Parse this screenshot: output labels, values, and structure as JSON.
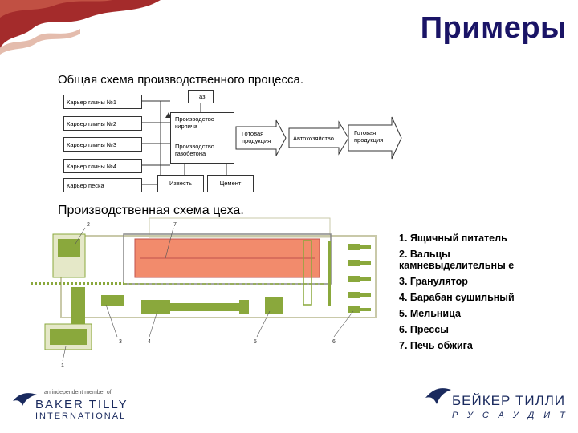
{
  "title": "Примеры",
  "subtitle_general": "Общая схема производственного процесса.",
  "subtitle_shop": "Производственная схема цеха.",
  "flow": {
    "quarry1": "Карьер глины №1",
    "quarry2": "Карьер глины №2",
    "quarry3": "Карьер глины №3",
    "quarry4": "Карьер глины №4",
    "sand": "Карьер песка",
    "gas": "Газ",
    "brick": "Производство кирпича",
    "aerated": "Производство газобетона",
    "lime": "Известь",
    "cement": "Цемент",
    "finished1": "Готовая продукция",
    "auto": "Автохозяйство",
    "finished2": "Готовая продукция"
  },
  "shop_labels": [
    "1",
    "2",
    "3",
    "4",
    "5",
    "6",
    "7"
  ],
  "legend": [
    "1. Ящичный питатель",
    "2. Вальцы камневыделительны е",
    "3. Гранулятор",
    "4. Барабан сушильный",
    "5. Мельница",
    "6. Прессы",
    "7. Печь обжига"
  ],
  "logo_left": {
    "tagline": "an independent member of",
    "name": "BAKER TILLY",
    "sub": "INTERNATIONAL"
  },
  "logo_right": {
    "name": "БЕЙКЕР ТИЛЛИ",
    "sub": "РУСАУДИТ"
  },
  "colors": {
    "title": "#1a1466",
    "decor_red": "#a42b2b",
    "kiln": "#f28b6c",
    "machine_green": "#8aa83c",
    "brand": "#1a2a5e"
  }
}
